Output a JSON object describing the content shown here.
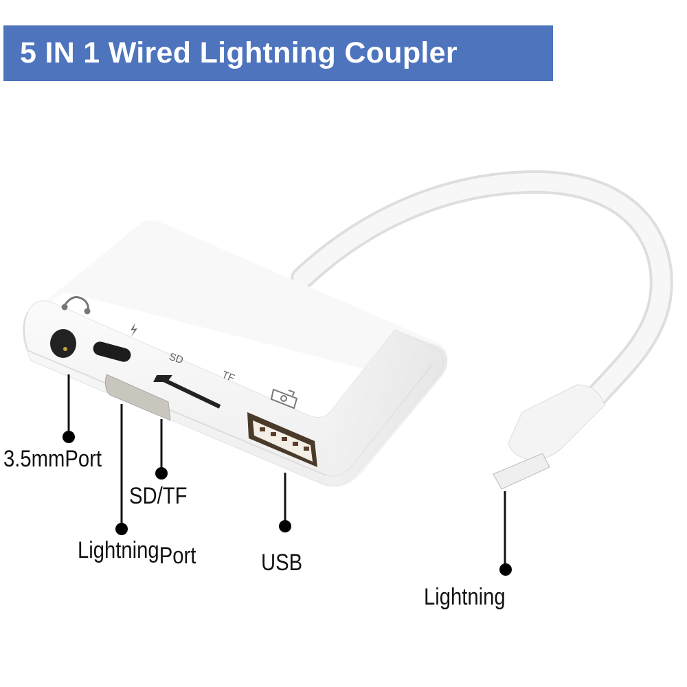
{
  "banner": {
    "title": "5 IN 1 Wired Lightning Coupler",
    "background": "#4d74bd",
    "text_color": "#ffffff"
  },
  "device": {
    "port_markings": {
      "headphone_icon": "headphone-icon",
      "lightning_icon": "lightning-bolt-icon",
      "sd": "SD",
      "tf": "TF",
      "camera_icon": "camera-icon"
    }
  },
  "callouts": [
    {
      "id": "audio",
      "label": "3.5mmPort"
    },
    {
      "id": "card",
      "label": "SD/TF"
    },
    {
      "id": "lightning_port",
      "label_main": "Lightning",
      "label_suffix": "Port"
    },
    {
      "id": "usb",
      "label": "USB"
    },
    {
      "id": "lightning_plug",
      "label": "Lightning"
    }
  ]
}
